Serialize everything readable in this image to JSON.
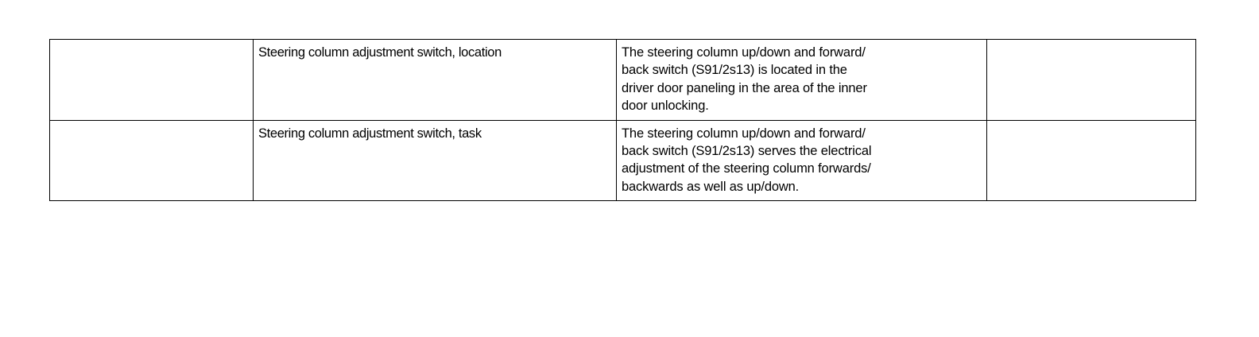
{
  "document": {
    "background_color": "#ffffff",
    "text_color": "#000000",
    "border_color": "#000000"
  },
  "table": {
    "columns": [
      {
        "name": "blank-left",
        "label": ""
      },
      {
        "name": "item-label",
        "label": ""
      },
      {
        "name": "description",
        "label": ""
      },
      {
        "name": "blank-right",
        "label": ""
      }
    ],
    "rows": [
      {
        "blank_left": "",
        "label": "Steering column adjustment switch, location",
        "description": "The steering column up/down and forward/\nback switch (S91/2s13) is located in the\ndriver door paneling in the area of the inner\ndoor unlocking.",
        "blank_right": ""
      },
      {
        "blank_left": "",
        "label": "Steering column adjustment switch, task",
        "description": "The steering column up/down and forward/\nback switch (S91/2s13) serves the electrical\nadjustment of the steering column forwards/\nbackwards as well as up/down.",
        "blank_right": ""
      }
    ]
  }
}
